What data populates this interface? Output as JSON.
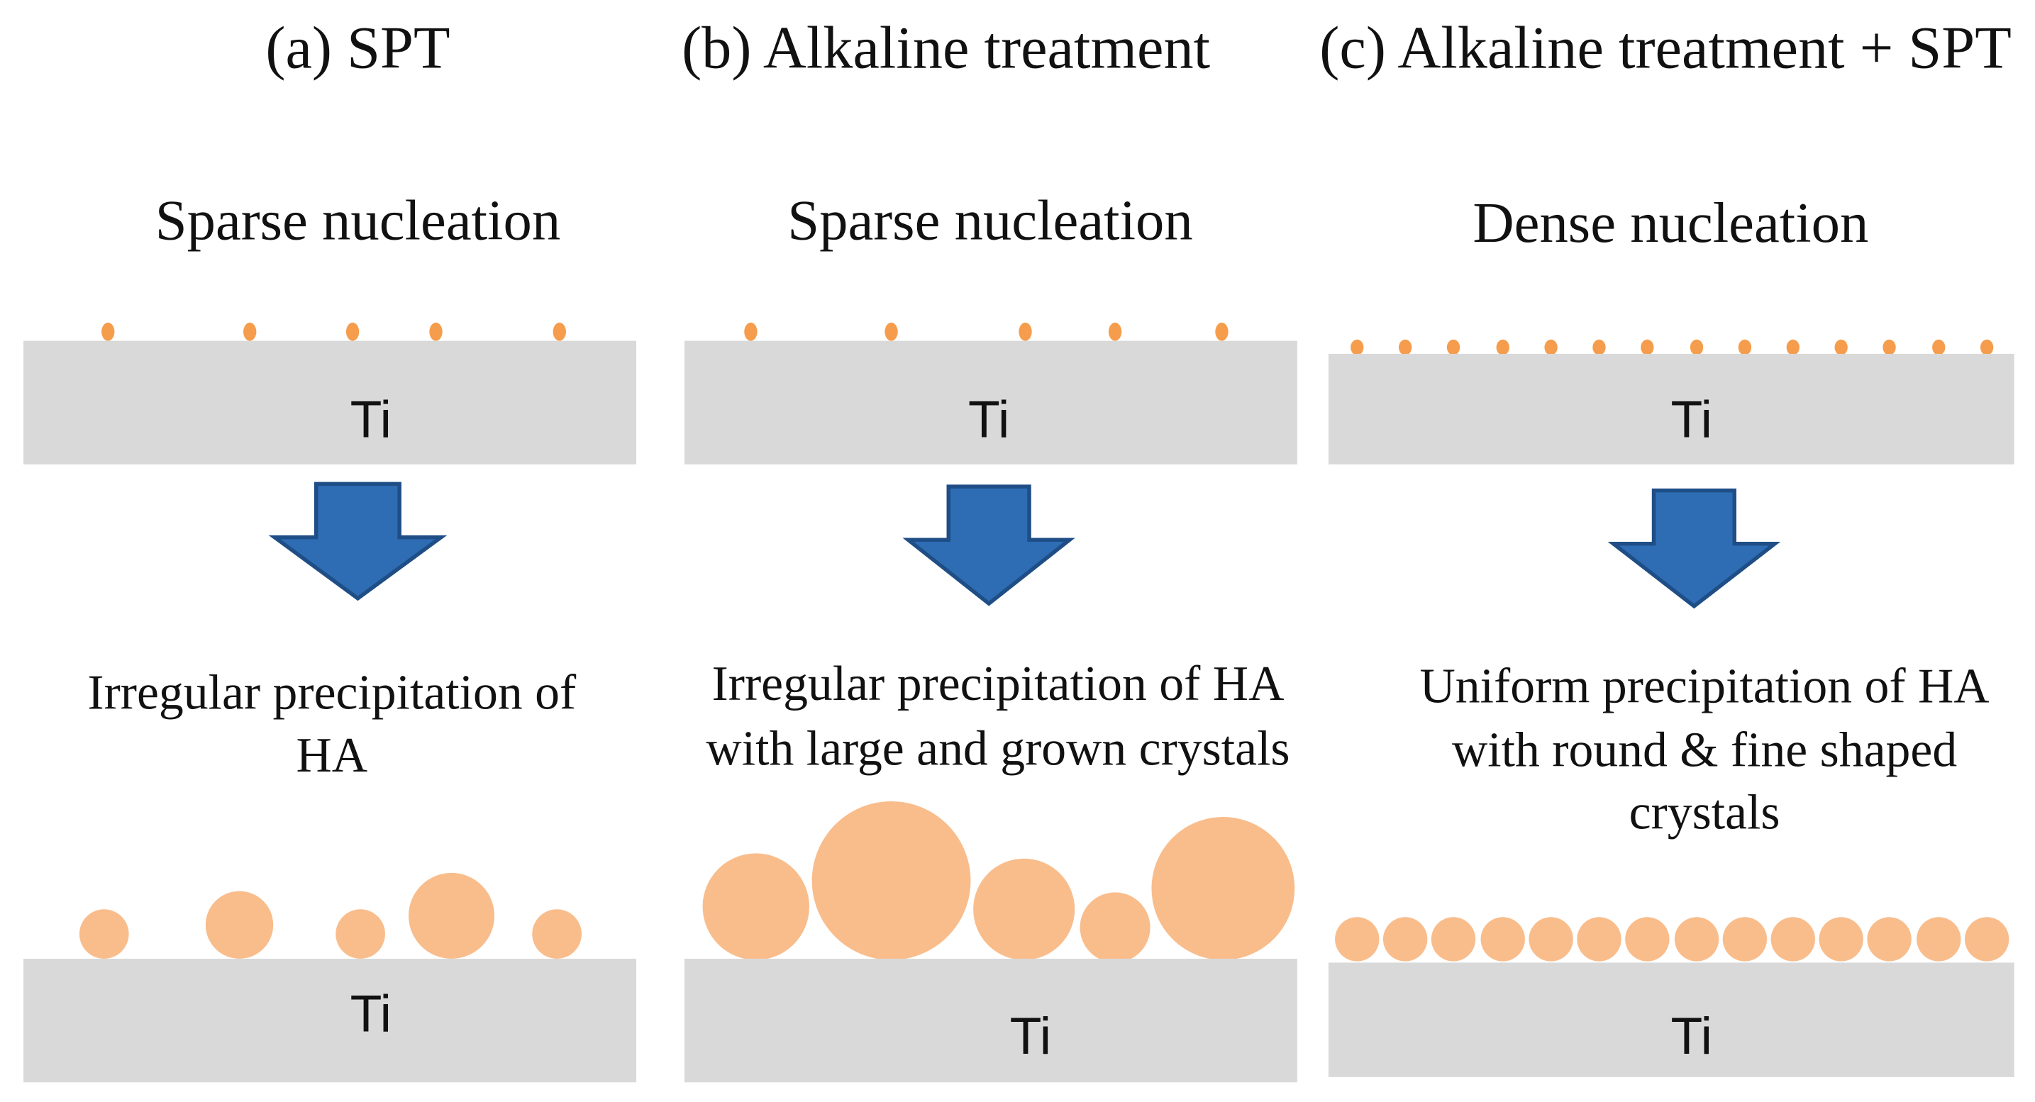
{
  "panels": [
    {
      "title": "(a) SPT",
      "nucleation": "Sparse nucleation",
      "substrate_label": "Ti",
      "result_lines": [
        "Irregular precipitation of",
        "HA"
      ],
      "result_substrate_label": "Ti"
    },
    {
      "title": "(b) Alkaline treatment",
      "nucleation": "Sparse nucleation",
      "substrate_label": "Ti",
      "result_lines": [
        "Irregular precipitation of HA",
        "with large and grown crystals"
      ],
      "result_substrate_label": "Ti"
    },
    {
      "title": "(c) Alkaline treatment + SPT",
      "nucleation": "Dense nucleation",
      "substrate_label": "Ti",
      "result_lines": [
        "Uniform precipitation of HA",
        "with round & fine shaped",
        "crystals"
      ],
      "result_substrate_label": "Ti"
    }
  ],
  "colors": {
    "substrate": "#d9d9d9",
    "nucleus": "#f59d4c",
    "crystal": "#f9bd8c",
    "arrow": "#2e6db4"
  },
  "icons": {
    "process_arrow": "down-arrow-icon"
  }
}
